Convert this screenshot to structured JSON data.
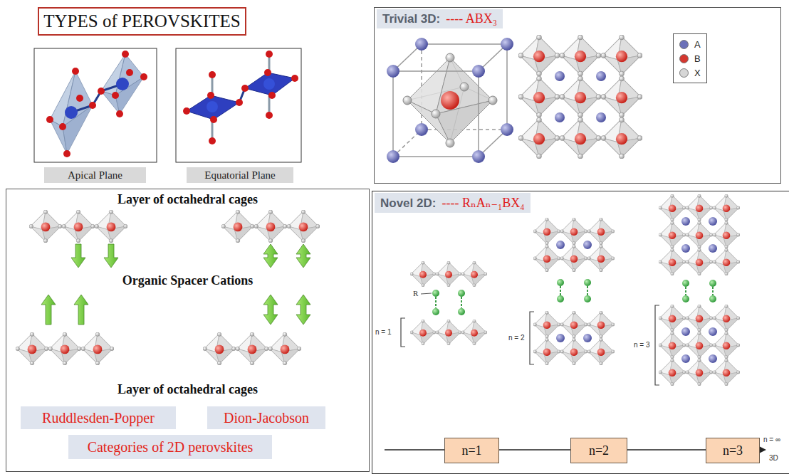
{
  "diagram": {
    "title": "TYPES of PEROVSKITES",
    "nodes": [
      {
        "text": [
          "Apical Plane"
        ]
      },
      {
        "text": [
          "Equatorial Plane"
        ]
      },
      {
        "text": [
          "Trivial 3D:",
          "---- ABX₃"
        ]
      },
      {
        "text": [
          "Layer of octahedral cages",
          "Organic Spacer Cations",
          "Layer of octahedral cages"
        ]
      },
      {
        "text": [
          "Ruddlesden-Popper"
        ],
        "in": 3
      },
      {
        "text": [
          "Dion-Jacobson"
        ],
        "in": 3
      },
      {
        "text": [
          "Categories of 2D perovskites"
        ],
        "in": 3
      },
      {
        "text": [
          "Novel 2D:",
          "---- RₙAₙ₋₁BX₄"
        ]
      },
      {
        "text": [
          "n=1"
        ],
        "in": 7
      },
      {
        "text": [
          "n=2"
        ],
        "in": 7
      },
      {
        "text": [
          "n=3"
        ],
        "in": 7
      }
    ],
    "labels": [
      "R",
      "n = 1",
      "n = 2",
      "n = 3",
      "n = ∞",
      "3D"
    ],
    "legend": [
      {
        "text": "A",
        "color": "#6b70b8"
      },
      {
        "text": "B",
        "color": "#d4372f"
      },
      {
        "text": "X",
        "color": "#d6d6d6"
      }
    ]
  }
}
